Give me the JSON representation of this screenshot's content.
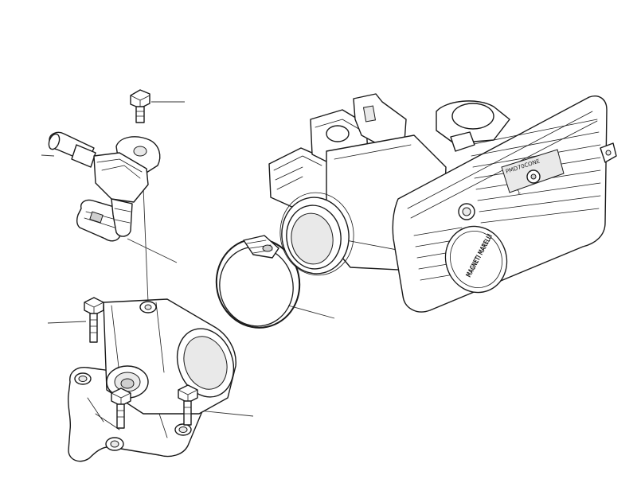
{
  "diagram": {
    "parts": [
      {
        "id": "bolt-top",
        "label": ""
      },
      {
        "id": "injector",
        "label": ""
      },
      {
        "id": "intake-manifold",
        "label": ""
      },
      {
        "id": "hose-clamp",
        "label": ""
      },
      {
        "id": "throttle-body",
        "label": ""
      }
    ],
    "markings": {
      "brand_logo": "MAGNETI MARELLI",
      "plate_text": "PMD70CONE",
      "plate_digit": "1"
    }
  }
}
